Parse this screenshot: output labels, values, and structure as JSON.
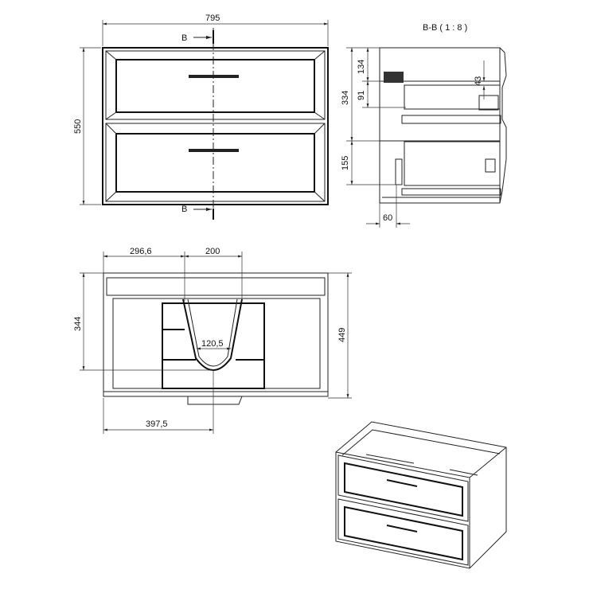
{
  "front_view": {
    "width_label": "795",
    "height_label": "550",
    "section_marker_top": "B",
    "section_marker_bottom": "B"
  },
  "section_view": {
    "title": "B-B ( 1 : 8 )",
    "dims": [
      "334",
      "134",
      "91",
      "43",
      "155",
      "60"
    ]
  },
  "top_view": {
    "dims": [
      "296,6",
      "200",
      "344",
      "449",
      "120,5",
      "397,5"
    ]
  }
}
